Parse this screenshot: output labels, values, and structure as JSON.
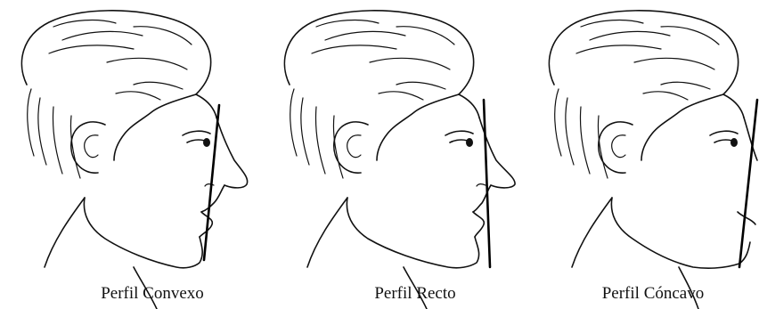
{
  "figure": {
    "panels": [
      {
        "caption": "Perfil Convexo"
      },
      {
        "caption": "Perfil Recto"
      },
      {
        "caption": "Perfil Cóncavo"
      }
    ]
  }
}
